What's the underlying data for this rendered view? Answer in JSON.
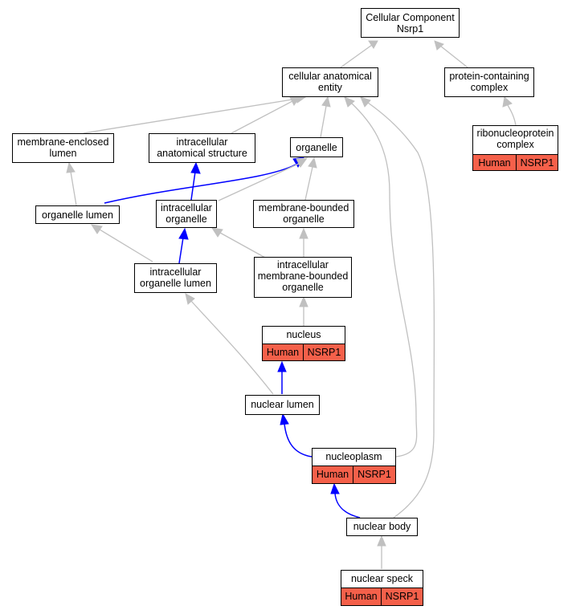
{
  "nodes": {
    "cellular_component": [
      "Cellular Component",
      "Nsrp1"
    ],
    "cellular_anatomical_entity": [
      "cellular anatomical",
      "entity"
    ],
    "protein_containing_complex": [
      "protein-containing",
      "complex"
    ],
    "ribonucleoprotein_complex": [
      "ribonucleoprotein",
      "complex"
    ],
    "membrane_enclosed_lumen": [
      "membrane-enclosed",
      "lumen"
    ],
    "intracellular_anatomical_structure": [
      "intracellular",
      "anatomical structure"
    ],
    "organelle": [
      "organelle"
    ],
    "organelle_lumen": [
      "organelle lumen"
    ],
    "intracellular_organelle": [
      "intracellular",
      "organelle"
    ],
    "membrane_bounded_organelle": [
      "membrane-bounded",
      "organelle"
    ],
    "intracellular_organelle_lumen": [
      "intracellular",
      "organelle lumen"
    ],
    "intracellular_membrane_bounded_organelle": [
      "intracellular",
      "membrane-bounded",
      "organelle"
    ],
    "nucleus": [
      "nucleus"
    ],
    "nuclear_lumen": [
      "nuclear lumen"
    ],
    "nucleoplasm": [
      "nucleoplasm"
    ],
    "nuclear_body": [
      "nuclear body"
    ],
    "nuclear_speck": [
      "nuclear speck"
    ]
  },
  "annotations": {
    "ribonucleoprotein_complex": [
      "Human",
      "NSRP1"
    ],
    "nucleus": [
      "Human",
      "NSRP1"
    ],
    "nucleoplasm": [
      "Human",
      "NSRP1"
    ],
    "nuclear_speck": [
      "Human",
      "NSRP1"
    ]
  },
  "colors": {
    "badge": "#f5604a",
    "edge_default": "#c0c0c0",
    "edge_highlight": "#0000ff"
  }
}
